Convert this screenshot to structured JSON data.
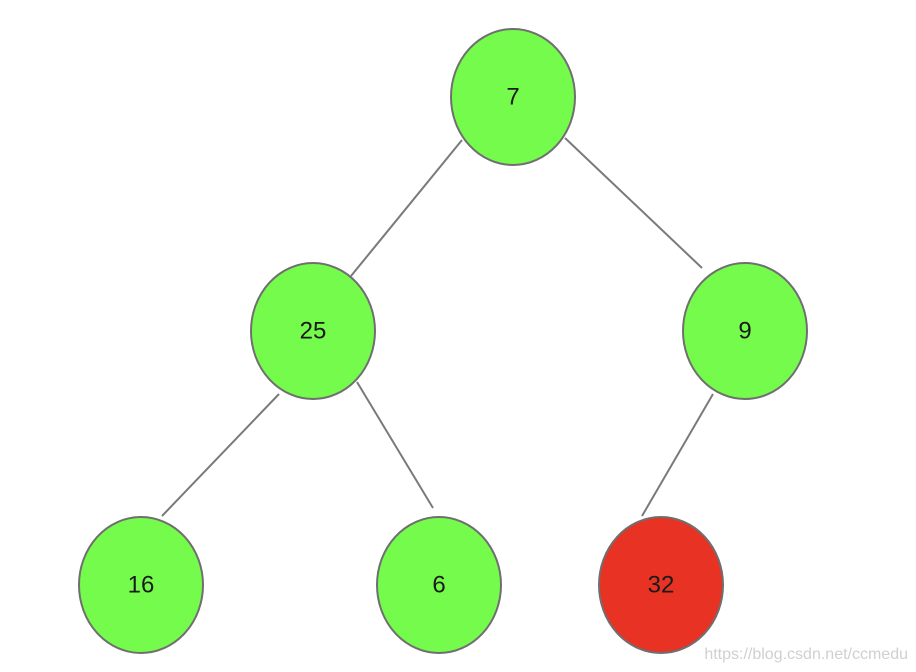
{
  "colors": {
    "normal_fill": "#75fb4c",
    "highlight_fill": "#e83224",
    "edge": "#7a7a7a",
    "node_stroke": "#6f6f6f"
  },
  "nodes": [
    {
      "id": "n7",
      "label": "7",
      "state": "normal"
    },
    {
      "id": "n25",
      "label": "25",
      "state": "normal"
    },
    {
      "id": "n9",
      "label": "9",
      "state": "normal"
    },
    {
      "id": "n16",
      "label": "16",
      "state": "normal"
    },
    {
      "id": "n6",
      "label": "6",
      "state": "normal"
    },
    {
      "id": "n32",
      "label": "32",
      "state": "highlight"
    }
  ],
  "edges": [
    {
      "from": "n7",
      "to": "n25"
    },
    {
      "from": "n7",
      "to": "n9"
    },
    {
      "from": "n25",
      "to": "n16"
    },
    {
      "from": "n25",
      "to": "n6"
    },
    {
      "from": "n9",
      "to": "n32"
    }
  ],
  "watermark": "https://blog.csdn.net/ccmedu"
}
